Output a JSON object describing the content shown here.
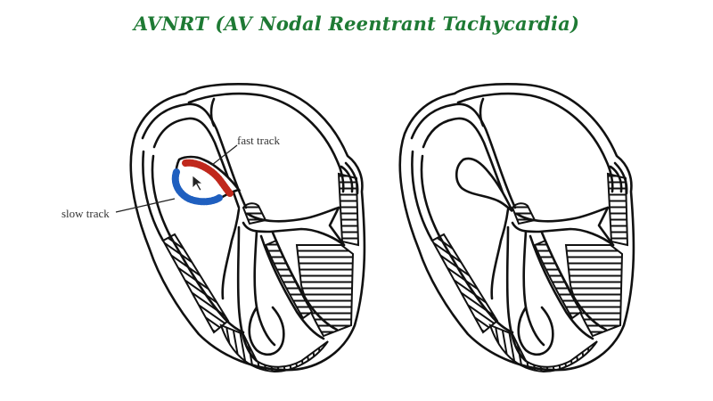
{
  "title": "AVNRT (AV Nodal Reentrant Tachycardia)",
  "colors": {
    "title": "#1e7a34",
    "outline": "#111111",
    "fast_track": "#c0281c",
    "slow_track": "#1f5fbf",
    "background": "#ffffff"
  },
  "diagrams": [
    {
      "id": "left-heart",
      "annotated": true,
      "labels": {
        "fast_track": "fast track",
        "slow_track": "slow track"
      },
      "cursor": "arrow-cursor"
    },
    {
      "id": "right-heart",
      "annotated": false
    }
  ]
}
